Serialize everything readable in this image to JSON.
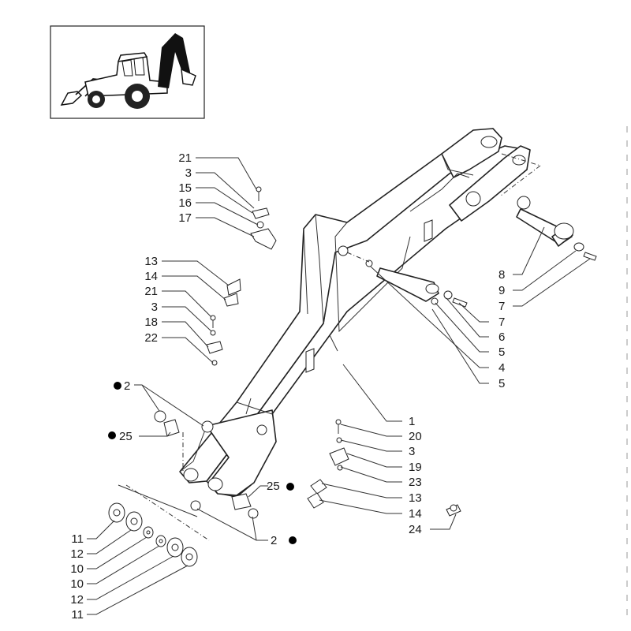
{
  "inset": {
    "label": "backhoe-loader-thumbnail"
  },
  "colors": {
    "ink": "#1a1a1a",
    "line": "#333333",
    "paper": "#ffffff",
    "bullet": "#000000"
  },
  "callouts": [
    {
      "id": "c21a",
      "text": "21"
    },
    {
      "id": "c3a",
      "text": "3"
    },
    {
      "id": "c15",
      "text": "15"
    },
    {
      "id": "c16",
      "text": "16"
    },
    {
      "id": "c17",
      "text": "17"
    },
    {
      "id": "c13a",
      "text": "13"
    },
    {
      "id": "c14a",
      "text": "14"
    },
    {
      "id": "c21b",
      "text": "21"
    },
    {
      "id": "c3b",
      "text": "3"
    },
    {
      "id": "c18",
      "text": "18"
    },
    {
      "id": "c22",
      "text": "22"
    },
    {
      "id": "c2a",
      "text": "2"
    },
    {
      "id": "c25a",
      "text": "25"
    },
    {
      "id": "c11a",
      "text": "11"
    },
    {
      "id": "c12a",
      "text": "12"
    },
    {
      "id": "c10a",
      "text": "10"
    },
    {
      "id": "c10b",
      "text": "10"
    },
    {
      "id": "c12b",
      "text": "12"
    },
    {
      "id": "c11b",
      "text": "11"
    },
    {
      "id": "c8",
      "text": "8"
    },
    {
      "id": "c9",
      "text": "9"
    },
    {
      "id": "c7a",
      "text": "7"
    },
    {
      "id": "c7b",
      "text": "7"
    },
    {
      "id": "c6",
      "text": "6"
    },
    {
      "id": "c5a",
      "text": "5"
    },
    {
      "id": "c4",
      "text": "4"
    },
    {
      "id": "c5b",
      "text": "5"
    },
    {
      "id": "c1",
      "text": "1"
    },
    {
      "id": "c20",
      "text": "20"
    },
    {
      "id": "c3c",
      "text": "3"
    },
    {
      "id": "c19",
      "text": "19"
    },
    {
      "id": "c23",
      "text": "23"
    },
    {
      "id": "c13b",
      "text": "13"
    },
    {
      "id": "c14b",
      "text": "14"
    },
    {
      "id": "c24",
      "text": "24"
    },
    {
      "id": "c25b",
      "text": "25"
    },
    {
      "id": "c2b",
      "text": "2"
    }
  ]
}
